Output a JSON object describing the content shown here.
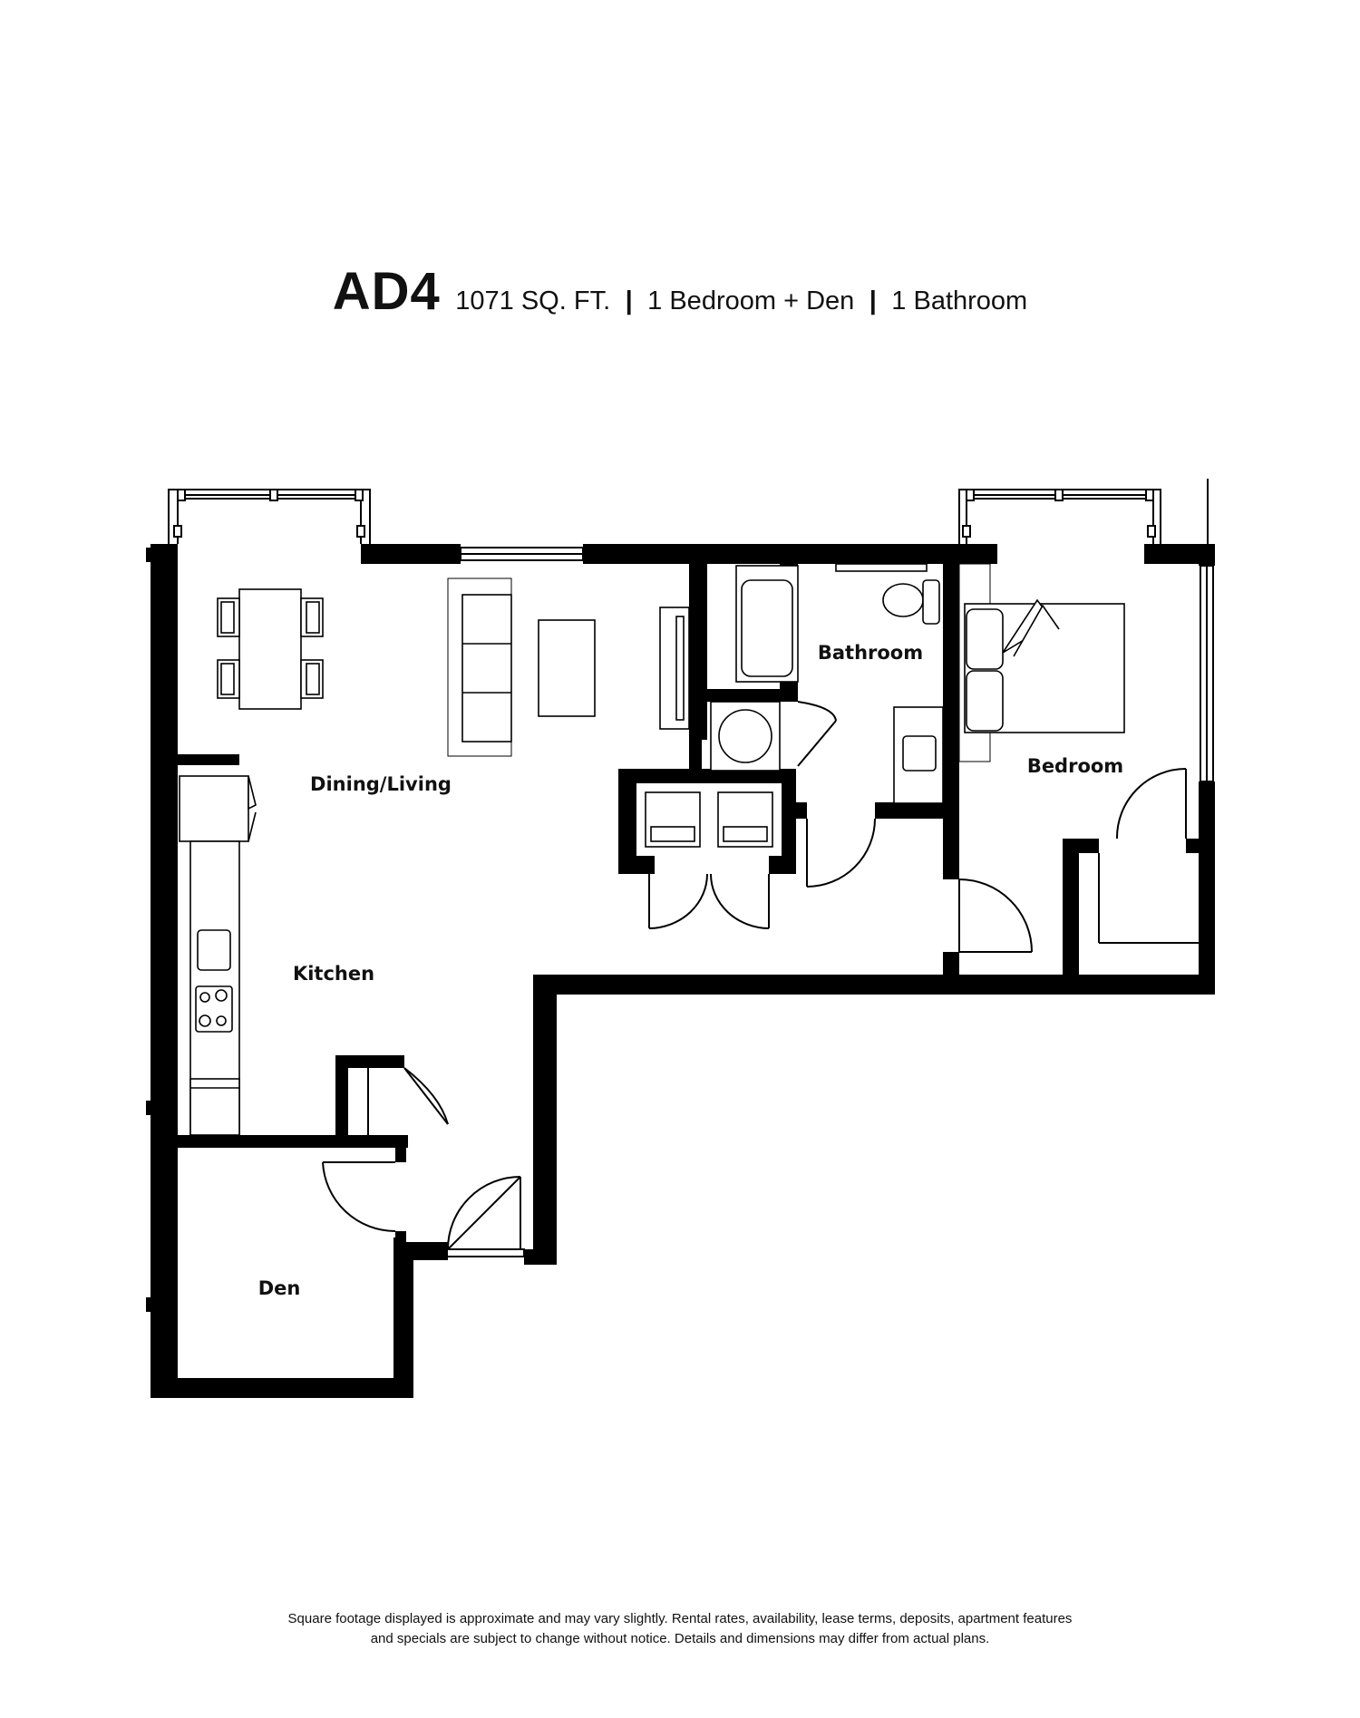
{
  "header": {
    "unit": "AD4",
    "area": "1071 SQ. FT.",
    "separator": "|",
    "bedrooms": "1 Bedroom + Den",
    "bathrooms": "1 Bathroom"
  },
  "rooms": {
    "dining_living": "Dining/Living",
    "kitchen": "Kitchen",
    "bathroom": "Bathroom",
    "bedroom": "Bedroom",
    "den": "Den"
  },
  "disclaimer": {
    "line1": "Square footage displayed is approximate and may vary slightly. Rental rates, availability, lease terms, deposits, apartment features",
    "line2": "and specials are subject to change without notice. Details and dimensions may differ from actual plans."
  }
}
